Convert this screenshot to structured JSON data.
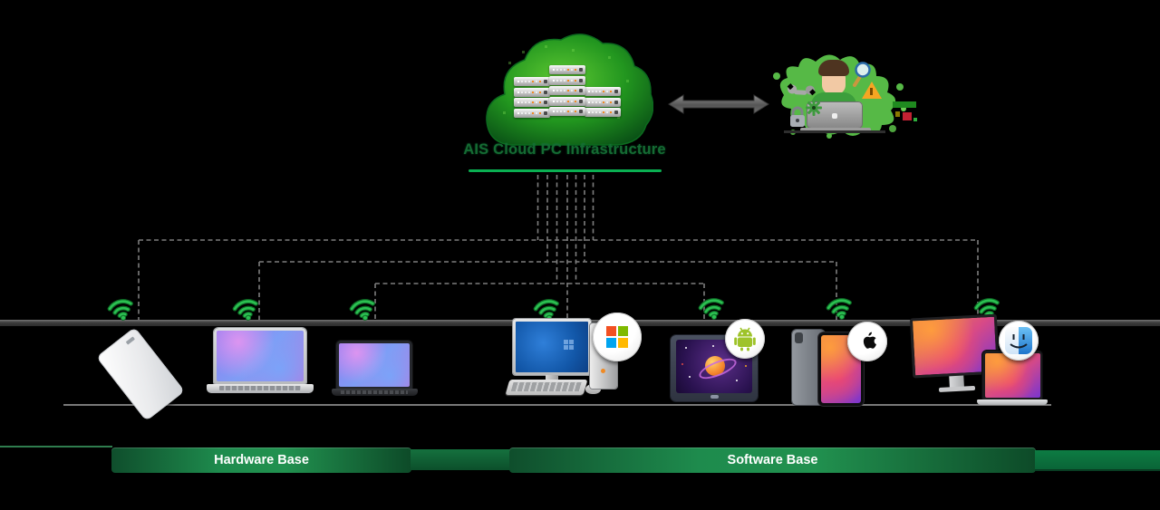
{
  "title": "AIS Cloud PC Infrastructure",
  "bases": {
    "hardware_label": "Hardware Base",
    "software_label": "Software Base"
  },
  "cloud": {
    "icon": "green-cloud-with-server-racks",
    "server_stacks": [
      4,
      5,
      3
    ]
  },
  "admin": {
    "figure": "it-admin-person-at-laptop",
    "icons": [
      "wrench-icon",
      "gear-icon",
      "padlock-icon",
      "magnifier-icon",
      "warning-icon"
    ],
    "splash_color": "#56b946"
  },
  "connections": {
    "style": "dashed",
    "wifi_icon_count": 7
  },
  "devices": [
    {
      "name": "thin-client"
    },
    {
      "name": "silver-laptop"
    },
    {
      "name": "dark-laptop"
    },
    {
      "name": "windows-desktop-pc",
      "badge": "windows-logo"
    },
    {
      "name": "android-tablet",
      "badge": "android-logo"
    },
    {
      "name": "ipad-pair",
      "badge": "apple-logo"
    },
    {
      "name": "mac-display-and-macbook",
      "badge": "finder-logo"
    }
  ],
  "colors": {
    "background": "#000000",
    "title_green": "#156b33",
    "underline_green": "#0ab052",
    "bar_green": "#1e8b4d",
    "wifi_green": "#2cc052",
    "dashed_line": "#7d7d7d",
    "windows_logo": [
      "#f25022",
      "#7fba00",
      "#00a4ef",
      "#ffb900"
    ],
    "android_green": "#9ec32a"
  }
}
